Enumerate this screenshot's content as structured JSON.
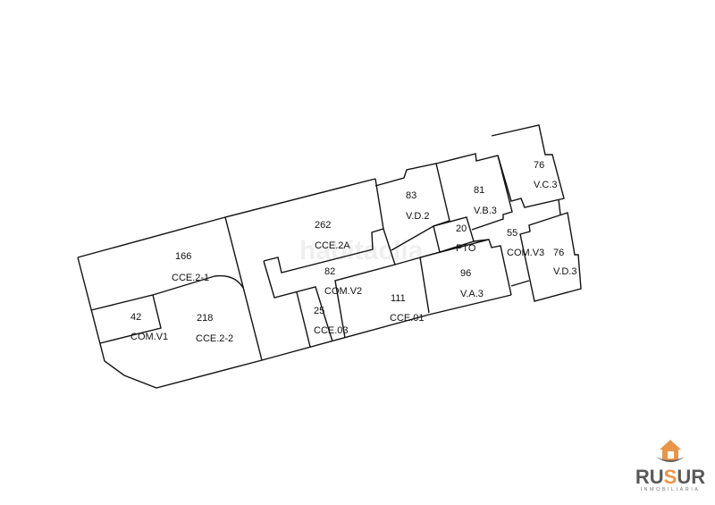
{
  "watermark": "habitaclia",
  "rooms": [
    {
      "area": "166",
      "code": "CCE.2-1"
    },
    {
      "area": "42",
      "code": "COM.V1"
    },
    {
      "area": "218",
      "code": "CCE.2-2"
    },
    {
      "area": "262",
      "code": "CCE.2A"
    },
    {
      "area": "82",
      "code": "COM.V2"
    },
    {
      "area": "25",
      "code": "CCE.03"
    },
    {
      "area": "111",
      "code": "CCE.01"
    },
    {
      "area": "83",
      "code": "V.D.2"
    },
    {
      "area": "81",
      "code": "V.B.3"
    },
    {
      "area": "20",
      "code": "PTO"
    },
    {
      "area": "96",
      "code": "V.A.3"
    },
    {
      "area": "55",
      "code": "COM.V3"
    },
    {
      "area": "76",
      "code": "V.C.3"
    },
    {
      "area": "76",
      "code": "V.D.3"
    }
  ],
  "logo": {
    "name_a": "RU",
    "name_s": "S",
    "name_b": "UR",
    "tagline": "INMOBILIARIA"
  },
  "colors": {
    "line": "#111111",
    "logo_orange": "#e8954a",
    "logo_gray": "#5a5a5a"
  }
}
